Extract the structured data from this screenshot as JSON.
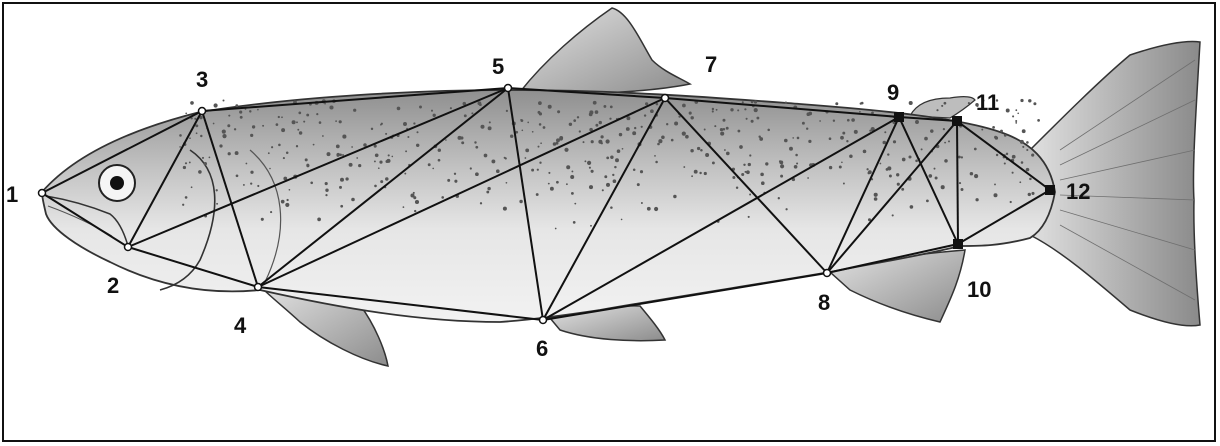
{
  "diagram": {
    "subject": "fish",
    "landmarks": [
      {
        "id": "1",
        "label": "1"
      },
      {
        "id": "2",
        "label": "2"
      },
      {
        "id": "3",
        "label": "3"
      },
      {
        "id": "4",
        "label": "4"
      },
      {
        "id": "5",
        "label": "5"
      },
      {
        "id": "6",
        "label": "6"
      },
      {
        "id": "7",
        "label": "7"
      },
      {
        "id": "8",
        "label": "8"
      },
      {
        "id": "9",
        "label": "9"
      },
      {
        "id": "10",
        "label": "10"
      },
      {
        "id": "11",
        "label": "11"
      },
      {
        "id": "12",
        "label": "12"
      }
    ],
    "connections": [
      [
        "1",
        "2"
      ],
      [
        "1",
        "3"
      ],
      [
        "2",
        "3"
      ],
      [
        "2",
        "4"
      ],
      [
        "2",
        "5"
      ],
      [
        "3",
        "4"
      ],
      [
        "3",
        "5"
      ],
      [
        "4",
        "5"
      ],
      [
        "4",
        "6"
      ],
      [
        "4",
        "7"
      ],
      [
        "5",
        "6"
      ],
      [
        "5",
        "7"
      ],
      [
        "6",
        "7"
      ],
      [
        "6",
        "8"
      ],
      [
        "6",
        "9"
      ],
      [
        "7",
        "8"
      ],
      [
        "7",
        "9"
      ],
      [
        "8",
        "9"
      ],
      [
        "8",
        "10"
      ],
      [
        "8",
        "11"
      ],
      [
        "9",
        "10"
      ],
      [
        "9",
        "11"
      ],
      [
        "10",
        "11"
      ],
      [
        "10",
        "12"
      ],
      [
        "11",
        "12"
      ]
    ],
    "colors": {
      "outline": "#111111",
      "body_fill": "#d6d6d6",
      "back_fill": "#9a9a9a",
      "belly_fill": "#eeeeee",
      "fin_fill": "#bdbdbd",
      "spots": "#555555",
      "network_line": "#111111"
    }
  }
}
